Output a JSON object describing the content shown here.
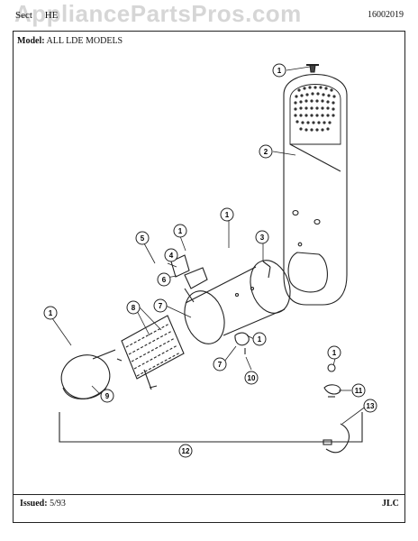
{
  "header": {
    "watermark": "AppliancePartsPros.com",
    "section_label": "Sect",
    "section_fragment": "HE",
    "doc_number": "16002019"
  },
  "model": {
    "label": "Model:",
    "value": "ALL LDE MODELS"
  },
  "footer": {
    "issued_label": "Issued:",
    "issued_value": "5/93",
    "code": "JLC"
  },
  "callouts": [
    "1",
    "2",
    "3",
    "1",
    "1",
    "4",
    "5",
    "6",
    "7",
    "8",
    "1",
    "9",
    "1",
    "7",
    "10",
    "1",
    "11",
    "12",
    "13"
  ]
}
